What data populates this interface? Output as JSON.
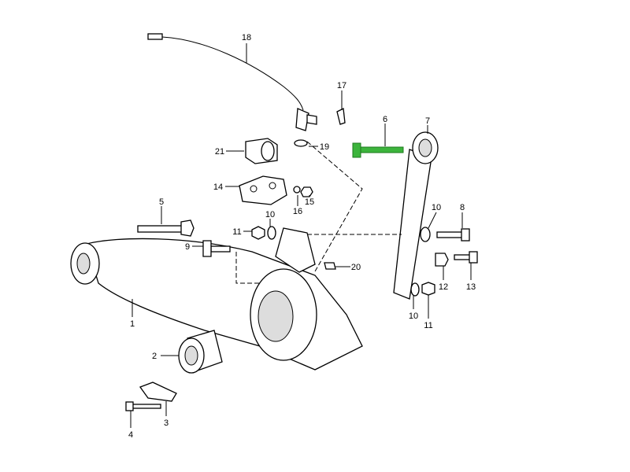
{
  "diagram": {
    "highlight_color": "#3cb43c",
    "highlighted_part": "6",
    "callouts": [
      {
        "id": "c18",
        "label": "18"
      },
      {
        "id": "c17",
        "label": "17"
      },
      {
        "id": "c6",
        "label": "6"
      },
      {
        "id": "c7",
        "label": "7"
      },
      {
        "id": "c21",
        "label": "21"
      },
      {
        "id": "c19",
        "label": "19"
      },
      {
        "id": "c14",
        "label": "14"
      },
      {
        "id": "c16",
        "label": "16"
      },
      {
        "id": "c15",
        "label": "15"
      },
      {
        "id": "c5",
        "label": "5"
      },
      {
        "id": "c10a",
        "label": "10"
      },
      {
        "id": "c11a",
        "label": "11"
      },
      {
        "id": "c9",
        "label": "9"
      },
      {
        "id": "c10b",
        "label": "10"
      },
      {
        "id": "c8",
        "label": "8"
      },
      {
        "id": "c20",
        "label": "20"
      },
      {
        "id": "c12",
        "label": "12"
      },
      {
        "id": "c13",
        "label": "13"
      },
      {
        "id": "c1",
        "label": "1"
      },
      {
        "id": "c2",
        "label": "2"
      },
      {
        "id": "c10c",
        "label": "10"
      },
      {
        "id": "c11c",
        "label": "11"
      },
      {
        "id": "c3",
        "label": "3"
      },
      {
        "id": "c4",
        "label": "4"
      }
    ]
  }
}
